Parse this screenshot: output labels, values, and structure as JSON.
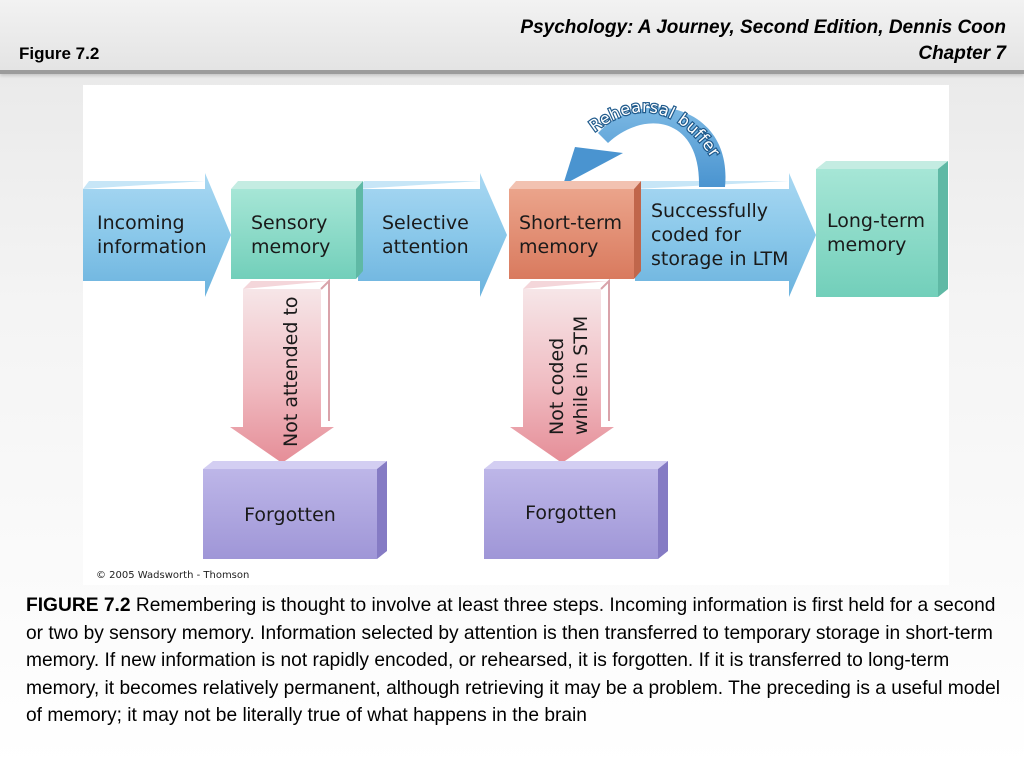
{
  "header": {
    "figure_label": "Figure 7.2",
    "book_line1": "Psychology: A Journey, Second Edition, Dennis Coon",
    "book_line2": "Chapter 7"
  },
  "diagram": {
    "nodes": {
      "incoming": [
        "Incoming",
        "information"
      ],
      "sensory": [
        "Sensory",
        "memory"
      ],
      "selective": [
        "Selective",
        "attention"
      ],
      "short_term": [
        "Short-term",
        "memory"
      ],
      "coded": [
        "Successfully",
        "coded for",
        "storage in LTM"
      ],
      "long_term": [
        "Long-term",
        "memory"
      ],
      "forgotten_1": "Forgotten",
      "forgotten_2": "Forgotten"
    },
    "down_arrows": {
      "not_attended": "Not attended to",
      "not_coded": [
        "Not coded",
        "while in STM"
      ]
    },
    "rehearsal_label": "Rehearsal buffer",
    "copyright": "© 2005 Wadsworth - Thomson",
    "colors": {
      "blue_arrow": "#84c3e6",
      "teal_box": "#7fd6c3",
      "stm_box": "#e08a6e",
      "pink_arrow": "#e9a2aa",
      "forgotten_box": "#aaa1dc"
    }
  },
  "caption": {
    "bold": "FIGURE 7.2",
    "text": " Remembering is thought to involve at least three steps. Incoming information is first held for a second or two by sensory memory. Information selected by attention is then transferred to temporary storage in short-term memory. If new information is not rapidly encoded, or rehearsed, it is forgotten. If it is transferred to long-term memory, it becomes relatively permanent, although retrieving it may be a problem. The preceding is a useful model of memory; it may not be literally true of what happens in the brain"
  }
}
